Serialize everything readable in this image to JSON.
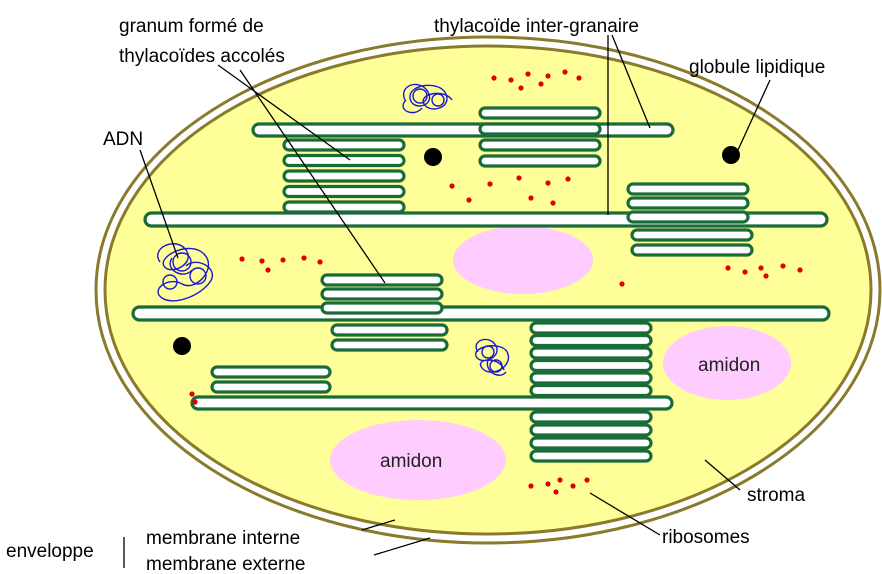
{
  "labels": {
    "granum_line1": "granum formé de",
    "granum_line2": "thylacoïdes accolés",
    "intergranaire": "thylacoïde inter-granaire",
    "globule": "globule lipidique",
    "adn": "ADN",
    "amidon_right": "amidon",
    "amidon_bottom": "amidon",
    "stroma": "stroma",
    "ribosomes": "ribosomes",
    "enveloppe": "enveloppe",
    "membrane_interne": "membrane interne",
    "membrane_externe": "membrane externe"
  },
  "colors": {
    "stroma": "#ffff99",
    "envelope": "#8a7a2c",
    "thylakoid": "#1a6b3a",
    "amidon": "#ffccff",
    "adn": "#1a1acc",
    "ribosome": "#e00000",
    "globule": "#000000"
  }
}
